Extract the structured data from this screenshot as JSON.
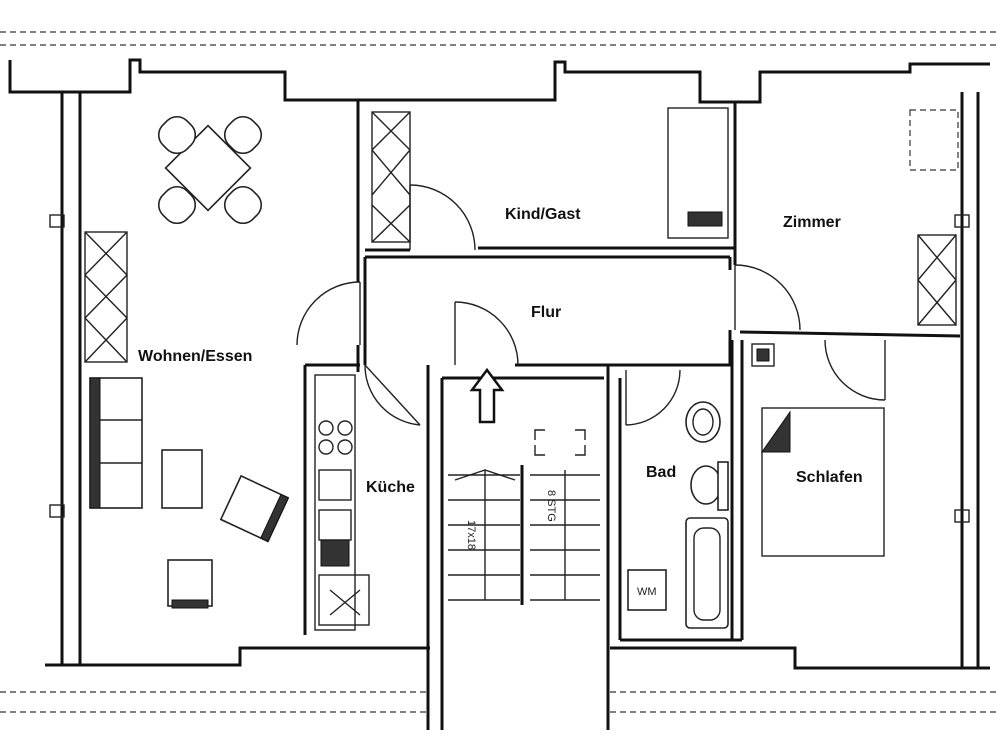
{
  "rooms": {
    "wohnen": "Wohnen/Essen",
    "kind": "Kind/Gast",
    "zimmer": "Zimmer",
    "flur": "Flur",
    "kueche": "Küche",
    "bad": "Bad",
    "schlafen": "Schlafen"
  },
  "symbols": {
    "entrance_arrow": "arrow-up-icon",
    "washing_machine": "WM"
  }
}
